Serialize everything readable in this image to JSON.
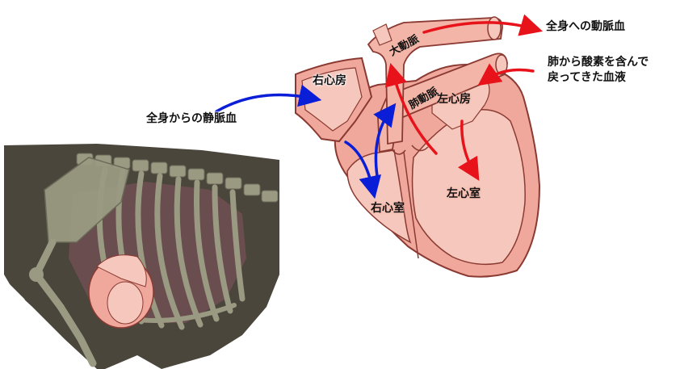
{
  "labels": {
    "right_atrium": "右心房",
    "left_atrium": "左心房",
    "right_ventricle": "右心室",
    "left_ventricle": "左心室",
    "aorta": "大動脈",
    "pulmonary_artery": "肺動脈",
    "systemic_venous_return": "全身からの静脈血",
    "to_body_arterial": "全身への動脈血",
    "oxygenated_return_line1": "肺から酸素を含んで",
    "oxygenated_return_line2": "戻ってきた血液"
  },
  "colors": {
    "venous_arrow": "#0a1ed8",
    "arterial_arrow": "#e8121a",
    "heart_wall": "#f0a89c",
    "heart_outline": "#8a3a32",
    "chamber_fill": "#f6c8bd",
    "xray_background": "#4a463c",
    "skeleton": "#9a9a82"
  }
}
